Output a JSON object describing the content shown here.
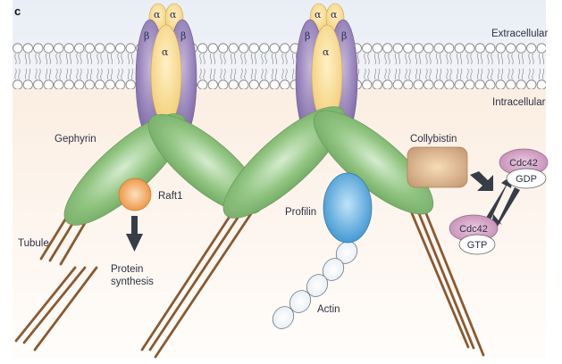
{
  "figure": {
    "panel_label": "c",
    "regions": {
      "extracellular": "Extracellular",
      "intracellular": "Intracellular"
    },
    "receptor": {
      "alpha": "α",
      "beta": "β"
    },
    "labels": {
      "gephyrin": "Gephyrin",
      "raft1": "Raft1",
      "protein_synthesis_1": "Protein",
      "protein_synthesis_2": "synthesis",
      "tubule": "Tubule",
      "profilin": "Profilin",
      "actin": "Actin",
      "collybistin": "Collybistin",
      "cdc42_gdp": "Cdc42",
      "gdp": "GDP",
      "cdc42_gtp": "Cdc42",
      "gtp": "GTP"
    },
    "colors": {
      "extracellular_bg": "#eef2f8",
      "intracellular_bg": "#fdf1e6",
      "alpha": "#f7d98a",
      "beta": "#8e7ab3",
      "gephyrin": "#8cc27a",
      "raft1": "#f0a050",
      "profilin": "#4aa3d8",
      "tubule": "#8a5a32",
      "collybistin": "#d4a882",
      "cdc42": "#c990b8",
      "arrow": "#363d47"
    }
  }
}
